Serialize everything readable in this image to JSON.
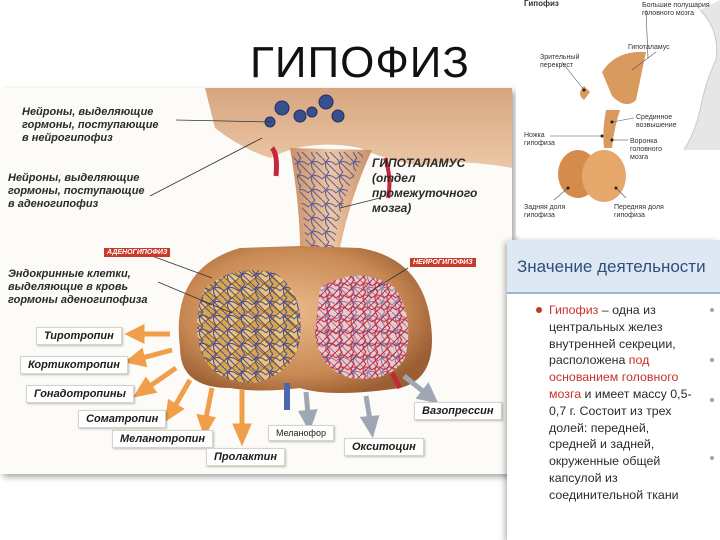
{
  "title": "ГИПОФИЗ",
  "main_diagram": {
    "labels": {
      "neurons_neuro": "Нейроны, выделяющие\nгормоны, поступающие\nв нейрогипофиз",
      "neurons_adeno": "Нейроны, выделяющие\nгормоны, поступающие\nв аденогипофиз",
      "hypothalamus": "ГИПОТАЛАМУС\n(отдел\nпромежуточного\nмозга)",
      "endocrine": "Эндокринные клетки,\nвыделяющие в кровь\nгормоны аденогипофиза",
      "adenohypophysis_tag": "АДЕНОГИПОФИЗ",
      "neurohypophysis_tag": "НЕЙРОГИПОФИЗ"
    },
    "hormones": [
      "Тиротропин",
      "Кортикотропин",
      "Гонадотропины",
      "Соматропин",
      "Меланотропин",
      "Пролактин",
      "Меланофор",
      "Окситоцин",
      "Вазопрессин"
    ]
  },
  "side_diagram": {
    "title": "Гипофиз",
    "labels": {
      "hemispheres": "Большие полушария\nголовного мозга",
      "hypothalamus": "Гипоталамус",
      "chiasm": "Зрительный\nперекрест",
      "median": "Срединное\nвозвышение",
      "stalk": "Ножка\nгипофиза",
      "funnel": "Воронка\nголовного\nмозга",
      "posterior": "Задняя доля\nгипофиза",
      "anterior": "Передняя доля\nгипофиза"
    }
  },
  "info_card": {
    "title": "Значение деятельности",
    "text_before": "Гипофиз",
    "text_mid": " – одна из центральных желез внутренней секреции, расположена ",
    "text_highlight": "под основанием головного мозга",
    "text_after": " и имеет массу 0,5-0,7 г. Состоит из трех долей: передней, средней и задней, окруженные общей капсулой из соединительной ткани"
  }
}
